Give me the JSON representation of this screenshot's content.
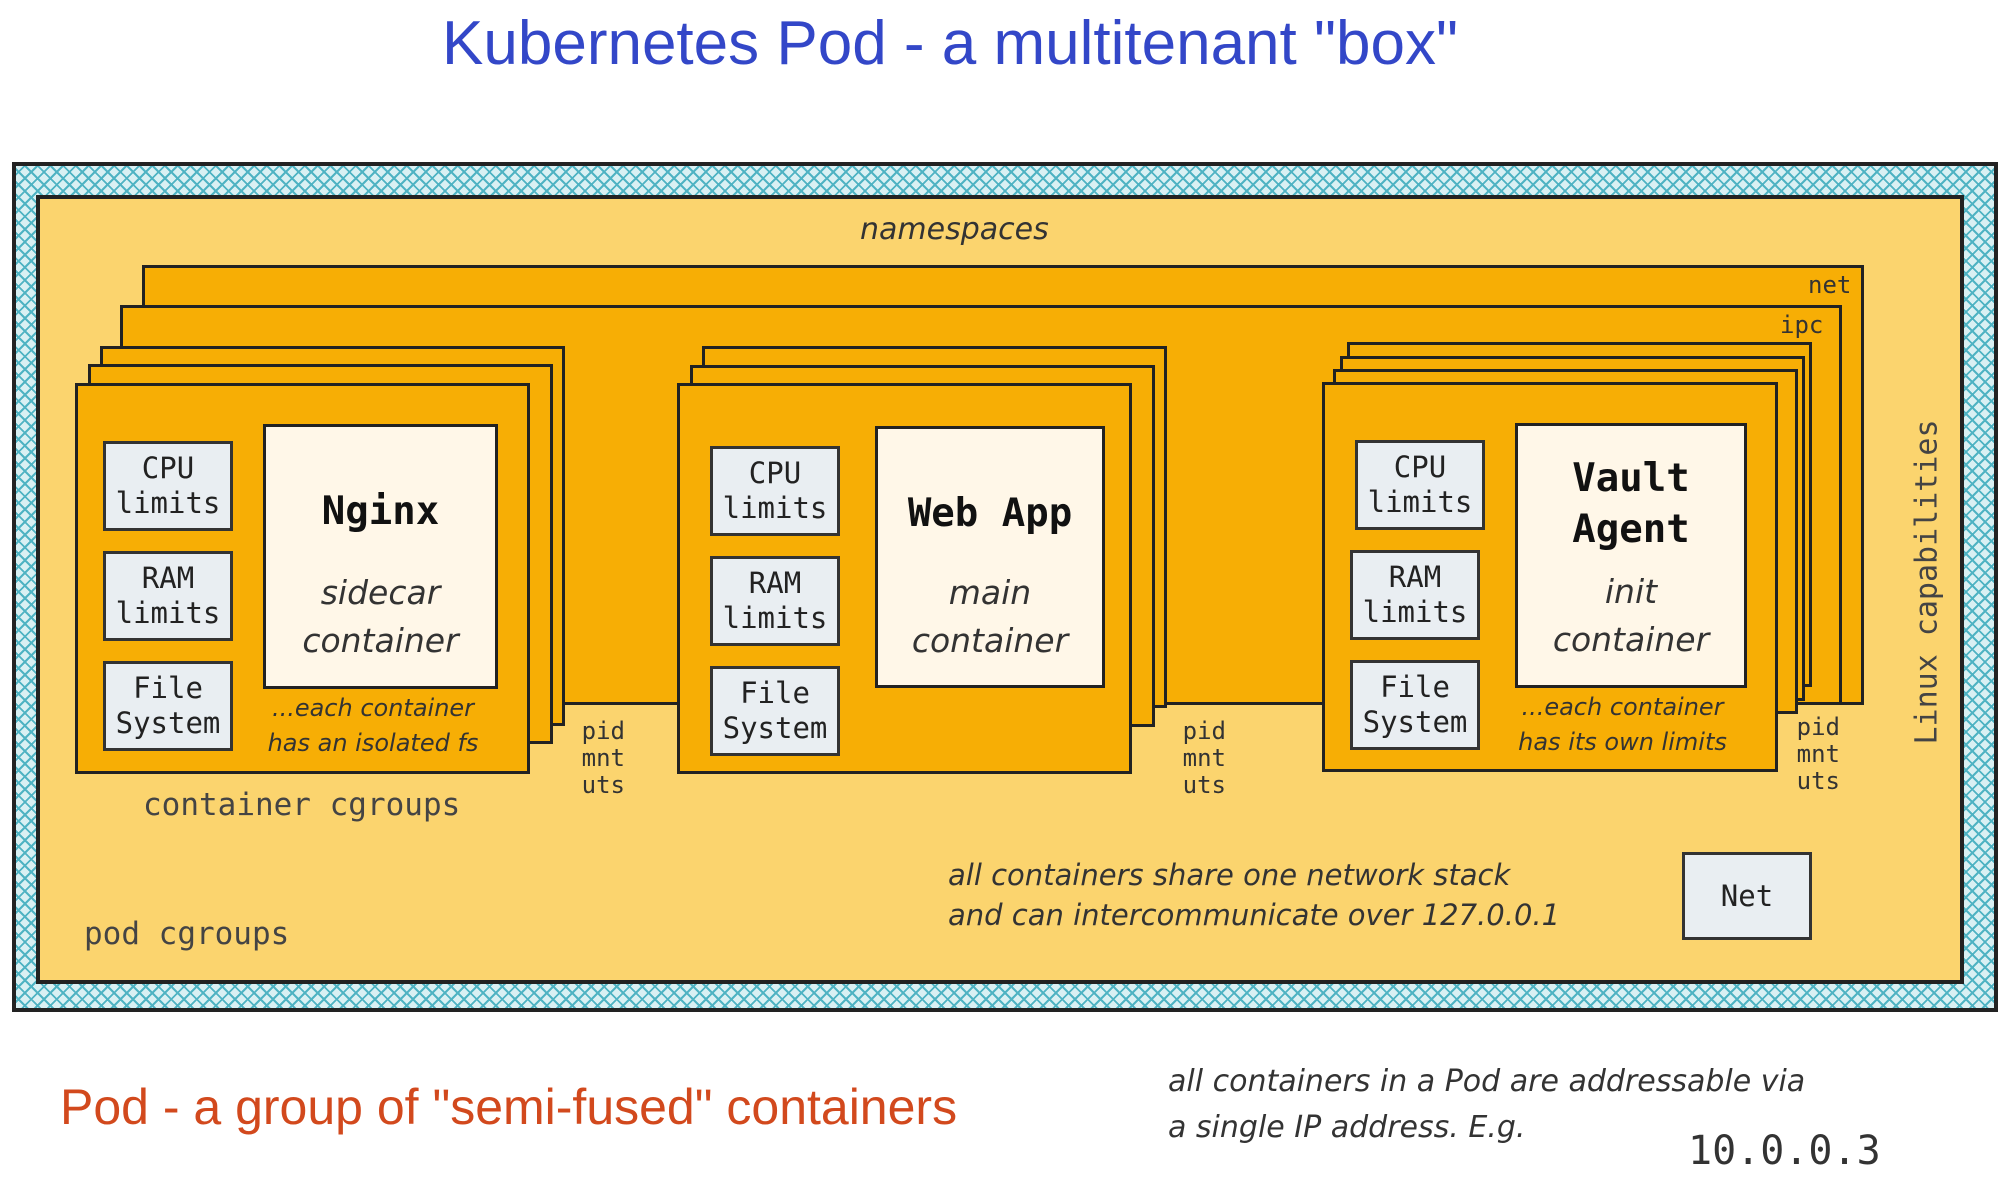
{
  "title": "Kubernetes Pod - a multitenant \"box\"",
  "subtitle": "Pod - a group of \"semi-fused\" containers",
  "labels": {
    "namespaces": "namespaces",
    "net": "net",
    "ipc": "ipc",
    "ns_stack": "pid\nmnt\nuts",
    "linux_capabilities": "Linux capabilities",
    "container_cgroups": "container cgroups",
    "pod_cgroups": "pod cgroups",
    "network_note_line1": "all containers share one network stack",
    "network_note_line2": "and can intercommunicate over 127.0.0.1",
    "net_box": "Net",
    "ip_note_line1": "all containers in a Pod are addressable via",
    "ip_note_line2": "a single IP address. E.g.",
    "ip_address": "10.0.0.3"
  },
  "resources": {
    "cpu": "CPU\nlimits",
    "ram": "RAM\nlimits",
    "fs": "File\nSystem"
  },
  "containers": [
    {
      "name": "Nginx",
      "role": "sidecar\ncontainer",
      "note": "...each container\nhas an isolated fs"
    },
    {
      "name": "Web App",
      "role": "main\ncontainer",
      "note": ""
    },
    {
      "name": "Vault\nAgent",
      "role": "init\ncontainer",
      "note": "...each container\nhas its own limits"
    }
  ],
  "colors": {
    "title": "#3347c8",
    "subtitle": "#d2491d",
    "pod_fill": "#fbd46e",
    "namespace_fill": "#f7ae05",
    "hatch": "#4fb3c3"
  }
}
